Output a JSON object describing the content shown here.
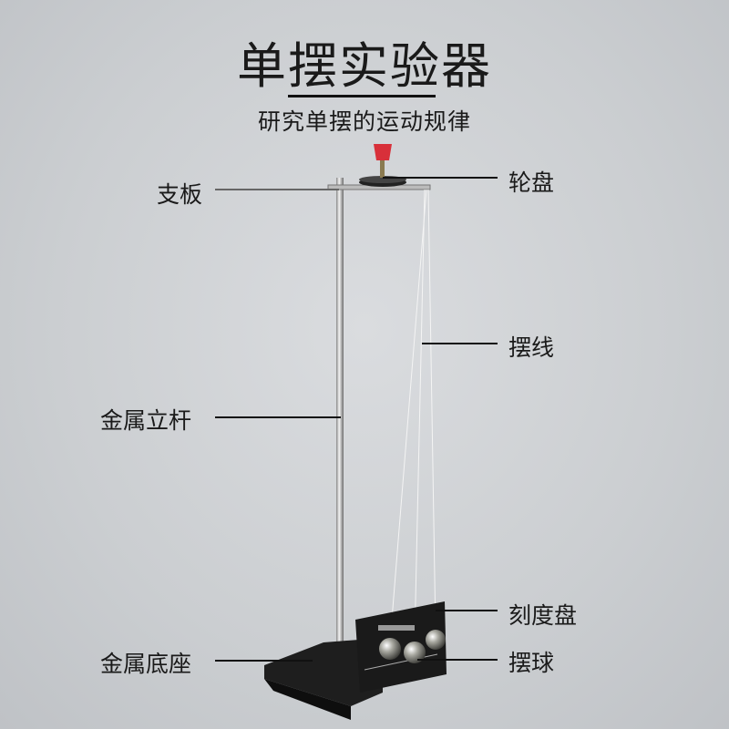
{
  "title": "单摆实验器",
  "subtitle": "研究单摆的运动规律",
  "labels": {
    "support_plate": "支板",
    "wheel": "轮盘",
    "pendulum_string": "摆线",
    "metal_rod": "金属立杆",
    "scale_dial": "刻度盘",
    "metal_base": "金属底座",
    "pendulum_ball": "摆球"
  }
}
